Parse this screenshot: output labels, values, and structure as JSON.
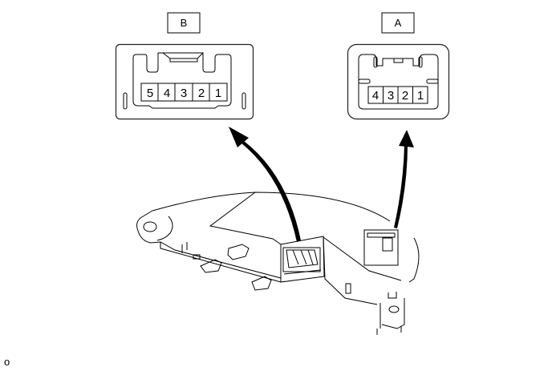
{
  "connectors": [
    {
      "label": "B",
      "pins": [
        "5",
        "4",
        "3",
        "2",
        "1"
      ]
    },
    {
      "label": "A",
      "pins": [
        "4",
        "3",
        "2",
        "1"
      ]
    }
  ],
  "corner_mark": "o"
}
